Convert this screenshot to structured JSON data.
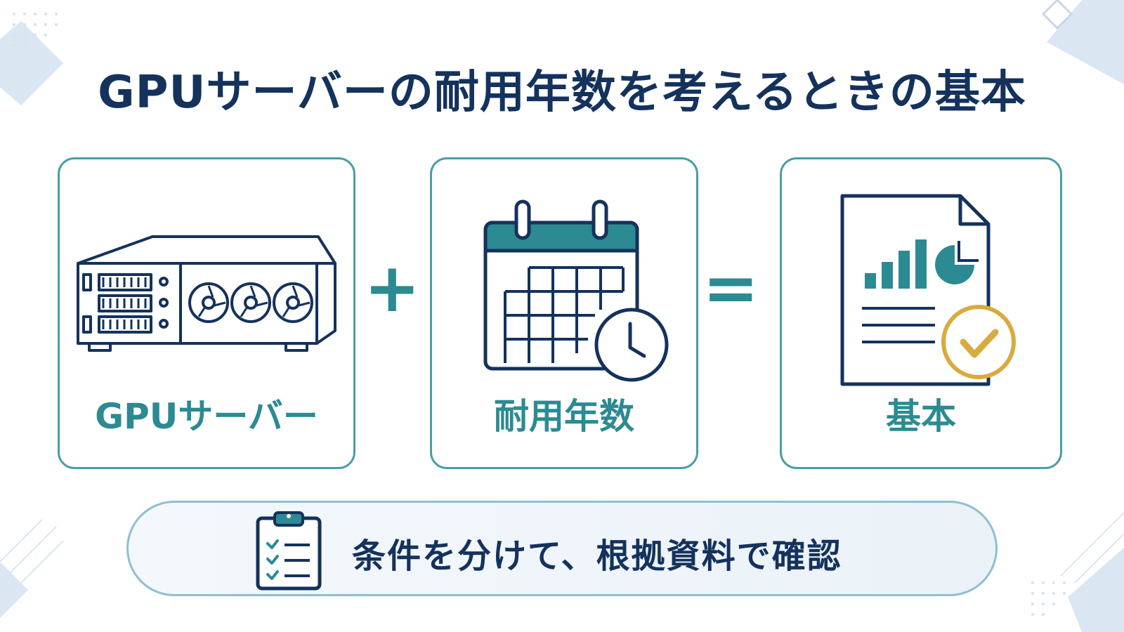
{
  "title": "GPUサーバーの耐用年数を考えるときの基本",
  "cards": [
    {
      "label": "GPUサーバー",
      "icon": "gpu-server-icon"
    },
    {
      "label": "耐用年数",
      "icon": "calendar-clock-icon"
    },
    {
      "label": "基本",
      "icon": "report-check-icon"
    }
  ],
  "operators": {
    "plus": "+",
    "equals": "="
  },
  "banner": {
    "text": "条件を分けて、根拠資料で確認",
    "icon": "clipboard-checklist-icon"
  },
  "colors": {
    "navy": "#14325c",
    "teal": "#2c8a92",
    "gold": "#d9ab3f",
    "border": "#4a9ea6"
  }
}
